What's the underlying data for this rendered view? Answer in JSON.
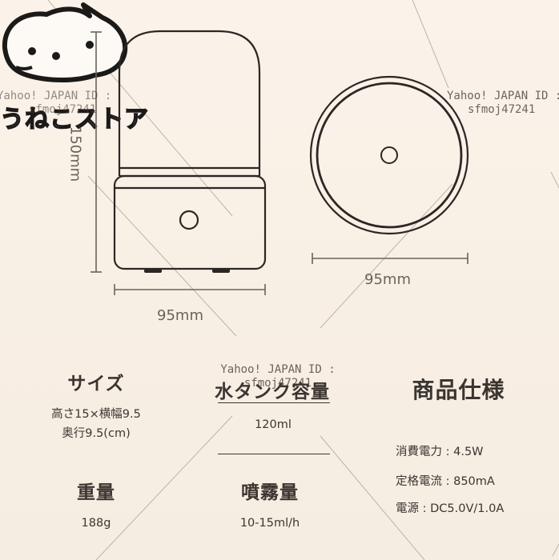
{
  "logo": {
    "store_name": "うねこストア"
  },
  "watermarks": {
    "w1_line1": "Yahoo! JAPAN ID :",
    "w1_line2": "sfmoj47241",
    "w2_line1": "Yahoo! JAPAN ID :",
    "w2_line2": "sfmoj47241",
    "w3_line1": "Yahoo! JAPAN ID :",
    "w3_line2": "sfmoj47241"
  },
  "dimensions": {
    "height": "150mm",
    "width_front": "95mm",
    "width_top": "95mm"
  },
  "specs": {
    "size_title": "サイズ",
    "size_value_1": "高さ15×横幅9.5",
    "size_value_2": "奥行9.5(cm)",
    "tank_title": "水タンク容量",
    "tank_value": "120ml",
    "product_title": "商品仕様",
    "weight_title": "重量",
    "weight_value": "188g",
    "mist_title": "噴霧量",
    "mist_value": "10-15ml/h",
    "power_consumption": "消費電力 : 4.5W",
    "rated_current": "定格電流 : 850mA",
    "power_supply": "電源 : DC5.0V/1.0A"
  }
}
